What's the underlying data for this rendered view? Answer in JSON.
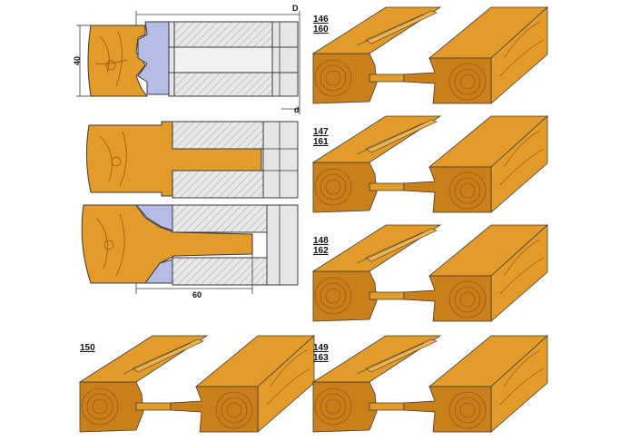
{
  "colors": {
    "wood": "#E39B2A",
    "wood_dark": "#C97F1A",
    "wood_grain": "#8A4E12",
    "cutter": "#B7BCE6",
    "cutter_body": "#E6E6E6",
    "hatch": "#9A9A9A",
    "outline": "#3A3A3A"
  },
  "dimensions": {
    "height": "40",
    "outer_diameter": "D",
    "bore": "d",
    "width": "60"
  },
  "variants": [
    {
      "codes": [
        "146",
        "160"
      ]
    },
    {
      "codes": [
        "147",
        "161"
      ]
    },
    {
      "codes": [
        "148",
        "162"
      ]
    },
    {
      "codes": [
        "150"
      ]
    },
    {
      "codes": [
        "149",
        "163"
      ]
    }
  ]
}
